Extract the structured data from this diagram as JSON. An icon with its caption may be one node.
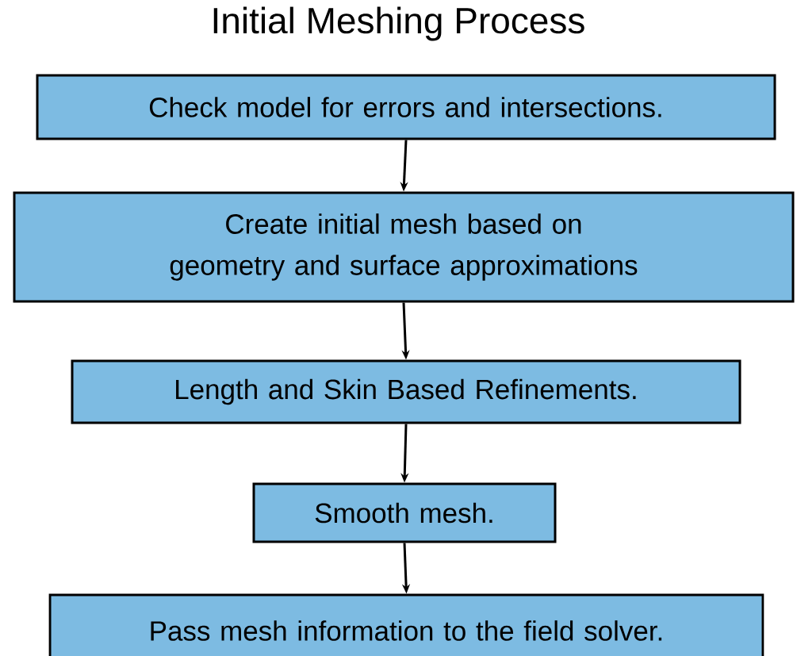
{
  "diagram": {
    "title": "Initial Meshing Process",
    "nodes": [
      {
        "text": [
          "Check model for errors and intersections."
        ]
      },
      {
        "text": [
          "Create initial mesh based on geometry and surface approximations"
        ]
      },
      {
        "text": [
          "Length and Skin Based Refinements."
        ]
      },
      {
        "text": [
          "Smooth mesh."
        ]
      },
      {
        "text": [
          "Pass mesh information to the field solver."
        ]
      }
    ],
    "edges": [
      {
        "from": 0,
        "to": 1,
        "arrow": "to"
      },
      {
        "from": 1,
        "to": 2,
        "arrow": "to"
      },
      {
        "from": 2,
        "to": 3,
        "arrow": "to"
      },
      {
        "from": 3,
        "to": 4,
        "arrow": "to"
      }
    ]
  }
}
